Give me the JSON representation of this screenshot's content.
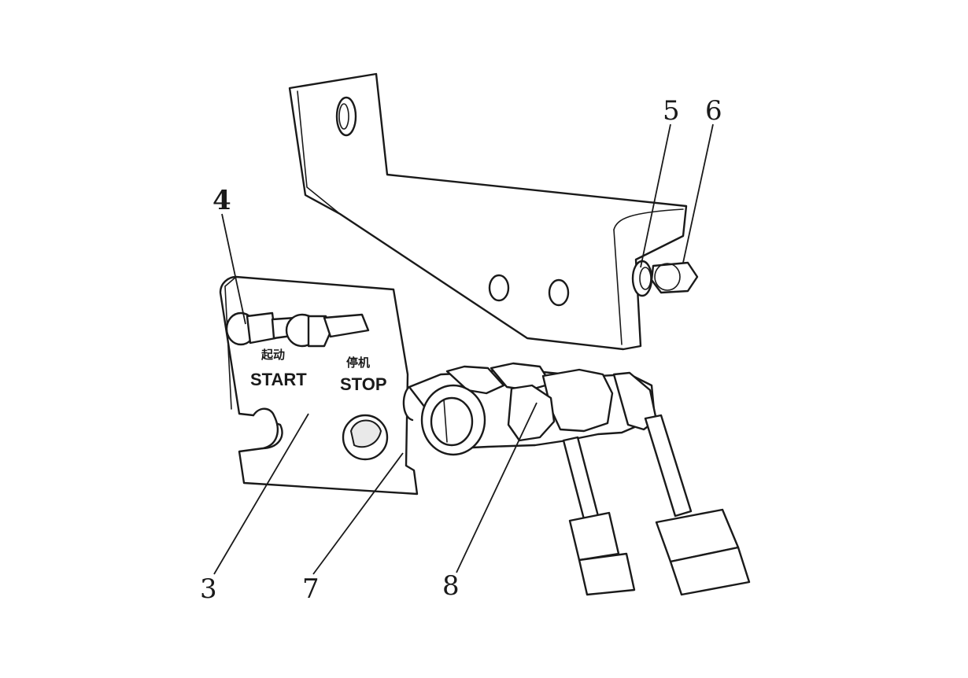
{
  "diagram": {
    "callouts": [
      {
        "id": "3",
        "label": "3"
      },
      {
        "id": "4",
        "label": "4"
      },
      {
        "id": "5",
        "label": "5"
      },
      {
        "id": "6",
        "label": "6"
      },
      {
        "id": "7",
        "label": "7"
      },
      {
        "id": "8",
        "label": "8"
      }
    ],
    "plate_labels": {
      "start_cn": "起动",
      "start_en": "START",
      "stop_cn": "停机",
      "stop_en": "STOP"
    }
  }
}
